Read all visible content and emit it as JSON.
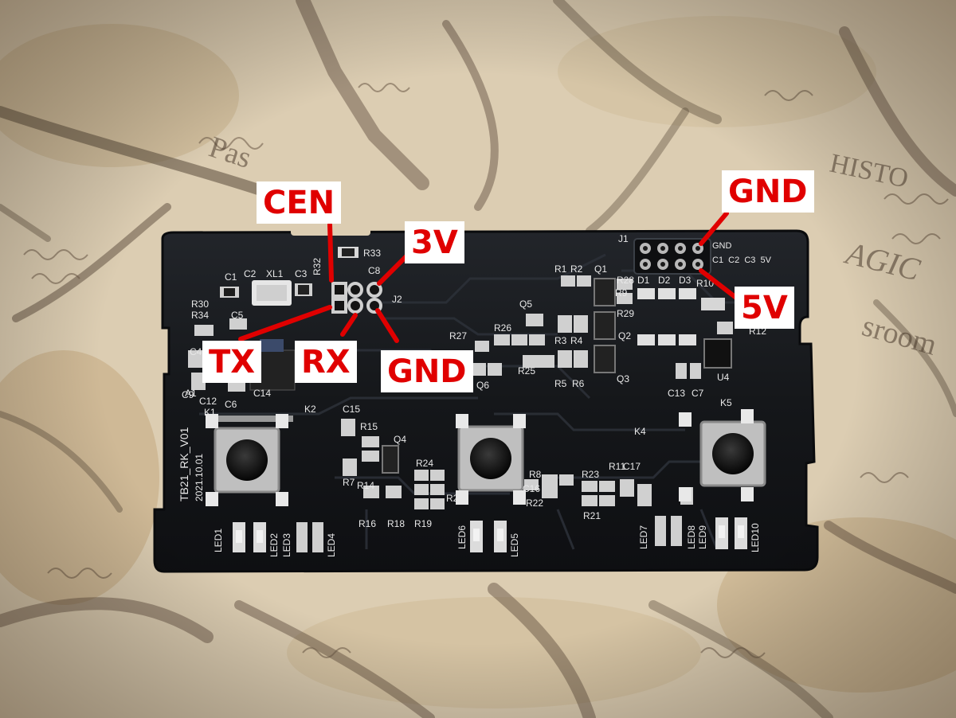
{
  "callouts": {
    "cen": "CEN",
    "v3": "3V",
    "tx": "TX",
    "rx": "RX",
    "gnd_bottom": "GND",
    "gnd_header": "GND",
    "v5": "5V"
  },
  "silkscreen": {
    "j1": "J1",
    "j2": "J2",
    "header_top": "GND",
    "header_bottom": "C1  C2  C3  5V",
    "board_id": "TB21_RK_V01",
    "date": "2021.10.01",
    "xl1": "XL1",
    "c1": "C1",
    "c2": "C2",
    "c3": "C3",
    "c4": "C4",
    "c5": "C5",
    "c6": "C6",
    "c7": "C7",
    "c8": "C8",
    "c9": "C9",
    "c12": "C12",
    "c13": "C13",
    "c14": "C14",
    "c15": "C15",
    "c16": "C16",
    "c17": "C17",
    "r1": "R1",
    "r2": "R2",
    "r3": "R3",
    "r4": "R4",
    "r5": "R5",
    "r6": "R6",
    "r7": "R7",
    "r8": "R8",
    "r9": "R9",
    "r10": "R10",
    "r11": "R11",
    "r12": "R12",
    "r14": "R14",
    "r15": "R15",
    "r16": "R16",
    "r18": "R18",
    "r19": "R19",
    "r20": "R20",
    "r21": "R21",
    "r22": "R22",
    "r23": "R23",
    "r24": "R24",
    "r25": "R25",
    "r26": "R26",
    "r27": "R27",
    "r28": "R28",
    "r29": "R29",
    "r30": "R30",
    "r32": "R32",
    "r33": "R33",
    "r34": "R34",
    "q1": "Q1",
    "q2": "Q2",
    "q3": "Q3",
    "q4": "Q4",
    "q5": "Q5",
    "q6": "Q6",
    "u4": "U4",
    "a1": "A1",
    "k1": "K1",
    "k2": "K2",
    "k4": "K4",
    "k5": "K5",
    "d1": "D1",
    "d2": "D2",
    "d3": "D3",
    "led1": "LED1",
    "led2": "LED2",
    "led3": "LED3",
    "led4": "LED4",
    "led5": "LED5",
    "led6": "LED6",
    "led7": "LED7",
    "led8": "LED8",
    "led9": "LED9",
    "led10": "LED10"
  },
  "colors": {
    "map_paper": "#d9c9ae",
    "map_ink": "#5a4a3a",
    "pcb": "#15171a",
    "silk": "#e8e8e8",
    "callout_text": "#e00000",
    "callout_bg": "#ffffff",
    "wire": "#e00000"
  }
}
